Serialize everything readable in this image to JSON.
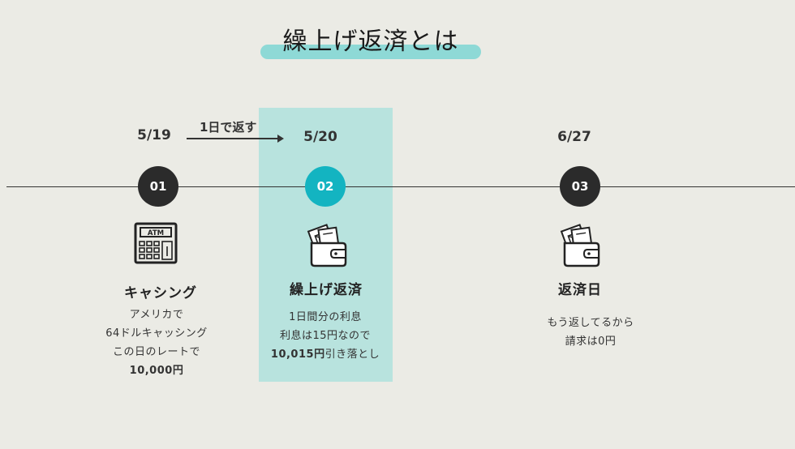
{
  "title": "繰上げ返済とは",
  "arrow_label": "1日で返す",
  "steps": [
    {
      "number": "01",
      "date": "5/19",
      "heading": "キャシング",
      "icon": "atm-icon",
      "atm_text": "ATM",
      "lines": [
        "アメリカで",
        "64ドルキャッシング",
        "この日のレートで"
      ],
      "bold_line": "10,000円"
    },
    {
      "number": "02",
      "date": "5/20",
      "heading": "繰上げ返済",
      "icon": "wallet-icon",
      "lines": [
        "1日間分の利息",
        "利息は15円なので"
      ],
      "bold_part": "10,015円",
      "rest_part": "引き落とし"
    },
    {
      "number": "03",
      "date": "6/27",
      "heading": "返済日",
      "icon": "wallet-icon",
      "lines": [
        "もう返してるから",
        "請求は0円"
      ]
    }
  ],
  "colors": {
    "background": "#ebebe5",
    "accent": "#13b4c1",
    "highlight": "#b8e3de",
    "title_bar": "#8ed9d6",
    "circle": "#2b2b2b"
  }
}
